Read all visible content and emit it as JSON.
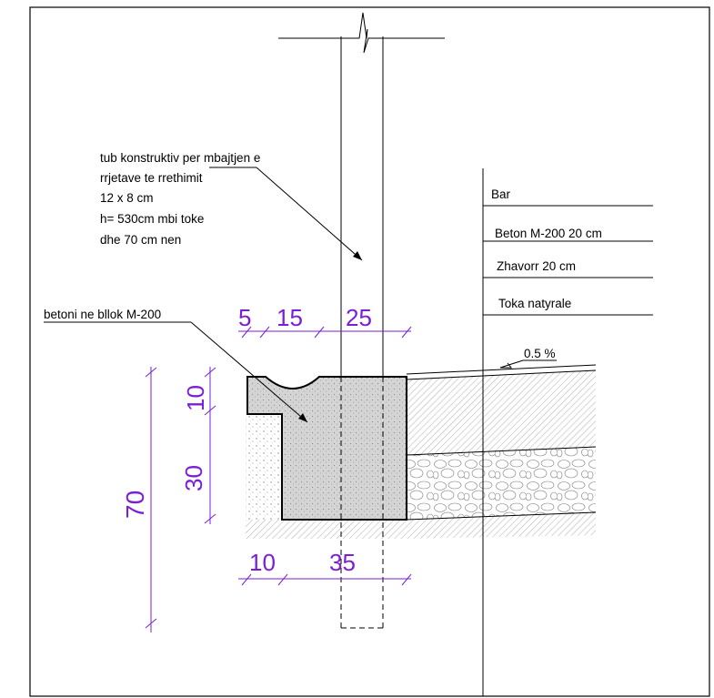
{
  "post_note": {
    "lines": [
      "tub konstruktiv per mbajtjen e",
      "rrjetave te rrethimit",
      "12 x 8 cm",
      "h= 530cm mbi toke",
      "dhe 70 cm nen"
    ]
  },
  "block_note": "betoni ne bllok M-200",
  "layers": [
    "Bar",
    "Beton M-200  20 cm",
    "Zhavorr 20 cm",
    "Toka natyrale"
  ],
  "slope": "0.5 %",
  "dimensions": {
    "top": [
      "5",
      "15",
      "25"
    ],
    "bottom": [
      "10",
      "35"
    ],
    "vertical_inner": [
      "10",
      "30"
    ],
    "vertical_total": "70"
  },
  "colors": {
    "dimension": "#7a1fd6",
    "line": "#000000",
    "concrete_fill": "#d9d9d9",
    "gravel_fill": "#ffffff"
  }
}
